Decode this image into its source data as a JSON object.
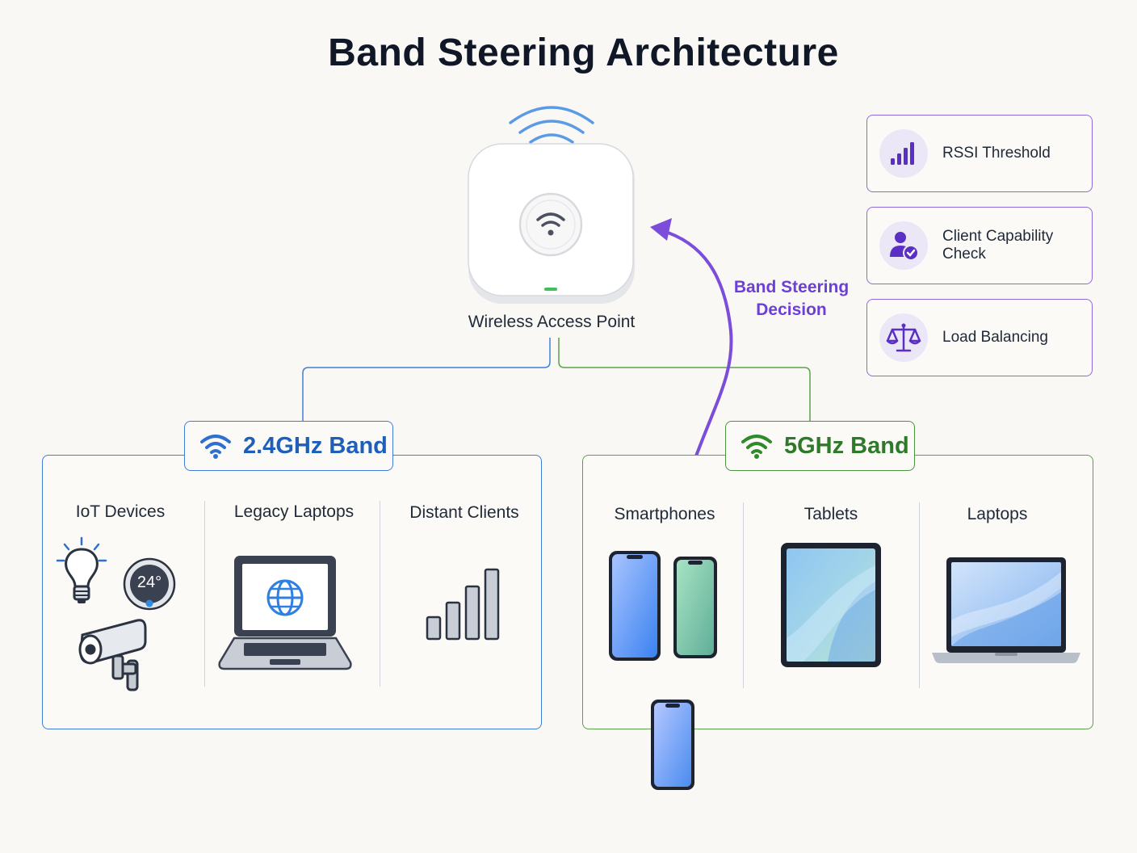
{
  "title": "Band Steering Architecture",
  "access_point": {
    "label": "Wireless Access Point",
    "display_icon": "wifi-icon",
    "status_color": "#3ec15a"
  },
  "steering": {
    "label_line1": "Band Steering",
    "label_line2": "Decision",
    "color": "#7c4ddb"
  },
  "factors": [
    {
      "label": "RSSI Threshold",
      "icon": "signal-bars-icon"
    },
    {
      "label": "Client Capability Check",
      "icon": "user-check-icon"
    },
    {
      "label": "Load Balancing",
      "icon": "scale-icon"
    }
  ],
  "bands": {
    "b24": {
      "label": "2.4GHz Band",
      "color": "#2f6fd0",
      "groups": [
        {
          "label": "IoT Devices",
          "icons": [
            "light-bulb-icon",
            "thermostat-icon",
            "security-camera-icon"
          ],
          "thermostat_reading": "24°"
        },
        {
          "label": "Legacy Laptops",
          "icons": [
            "laptop-globe-icon"
          ]
        },
        {
          "label": "Distant Clients",
          "icons": [
            "signal-bars-icon"
          ]
        }
      ]
    },
    "b5": {
      "label": "5GHz Band",
      "color": "#2f8a2a",
      "groups": [
        {
          "label": "Smartphones",
          "icons": [
            "smartphone-icon",
            "smartphone-icon"
          ]
        },
        {
          "label": "Tablets",
          "icons": [
            "tablet-icon"
          ]
        },
        {
          "label": "Laptops",
          "icons": [
            "laptop-icon"
          ]
        }
      ]
    }
  },
  "steered_client": {
    "icon": "smartphone-icon"
  }
}
